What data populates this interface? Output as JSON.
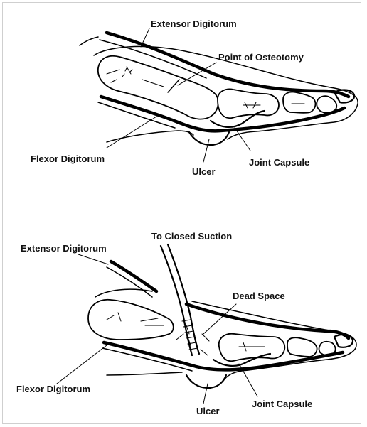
{
  "top_panel": {
    "labels": {
      "extensor": "Extensor Digitorum",
      "osteotomy": "Point of Osteotomy",
      "flexor": "Flexor Digitorum",
      "ulcer": "Ulcer",
      "capsule": "Joint Capsule"
    }
  },
  "bottom_panel": {
    "labels": {
      "suction": "To Closed Suction",
      "extensor": "Extensor Digitorum",
      "dead_space": "Dead Space",
      "flexor": "Flexor Digitorum",
      "ulcer": "Ulcer",
      "capsule": "Joint Capsule"
    }
  }
}
